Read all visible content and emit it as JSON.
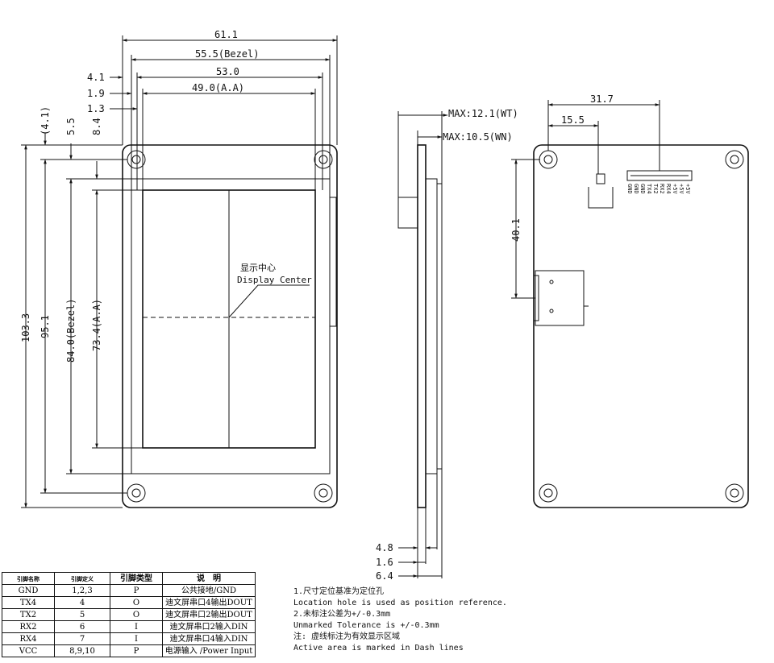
{
  "front": {
    "dims": {
      "w_overall": "61.1",
      "w_bezel": "55.5(Bezel)",
      "w_53": "53.0",
      "w_aa": "49.0(A.A)",
      "w_41": "4.1",
      "w_19": "1.9",
      "w_13": "1.3",
      "h_41": "(4.1)",
      "h_55": "5.5",
      "h_84": "8.4",
      "h_overall": "103.3",
      "h_951": "95.1",
      "h_bezel": "84.0(Bezel)",
      "h_aa": "73.4(A.A)"
    },
    "center_cn": "显示中心",
    "center_en": "Display Center"
  },
  "side": {
    "max_wt": "MAX:12.1(WT)",
    "max_wn": "MAX:10.5(WN)",
    "d48": "4.8",
    "d16": "1.6",
    "d64": "6.4"
  },
  "back": {
    "d317": "31.7",
    "d155": "15.5",
    "d401": "40.1",
    "pins": [
      "GND",
      "GND",
      "GND",
      "TX4",
      "TX2",
      "RX2",
      "RX4",
      "+5V",
      "+5V",
      "+5V"
    ]
  },
  "pin_table": {
    "headers": [
      "引脚名称",
      "引脚定义",
      "引脚类型",
      "说　明"
    ],
    "rows": [
      [
        "GND",
        "1,2,3",
        "P",
        "公共接地/GND"
      ],
      [
        "TX4",
        "4",
        "O",
        "迪文屏串口4输出DOUT"
      ],
      [
        "TX2",
        "5",
        "O",
        "迪文屏串口2输出DOUT"
      ],
      [
        "RX2",
        "6",
        "I",
        "迪文屏串口2输入DIN"
      ],
      [
        "RX4",
        "7",
        "I",
        "迪文屏串口4输入DIN"
      ],
      [
        "VCC",
        "8,9,10",
        "P",
        "电源输入 /Power Input"
      ]
    ]
  },
  "notes": [
    "1.尺寸定位基准为定位孔",
    "Location hole is used as position reference.",
    "2.未标注公差为+/-0.3mm",
    "Unmarked Tolerance is +/-0.3mm",
    "注: 虚线标注为有效显示区域",
    "Active area is marked in Dash lines"
  ]
}
